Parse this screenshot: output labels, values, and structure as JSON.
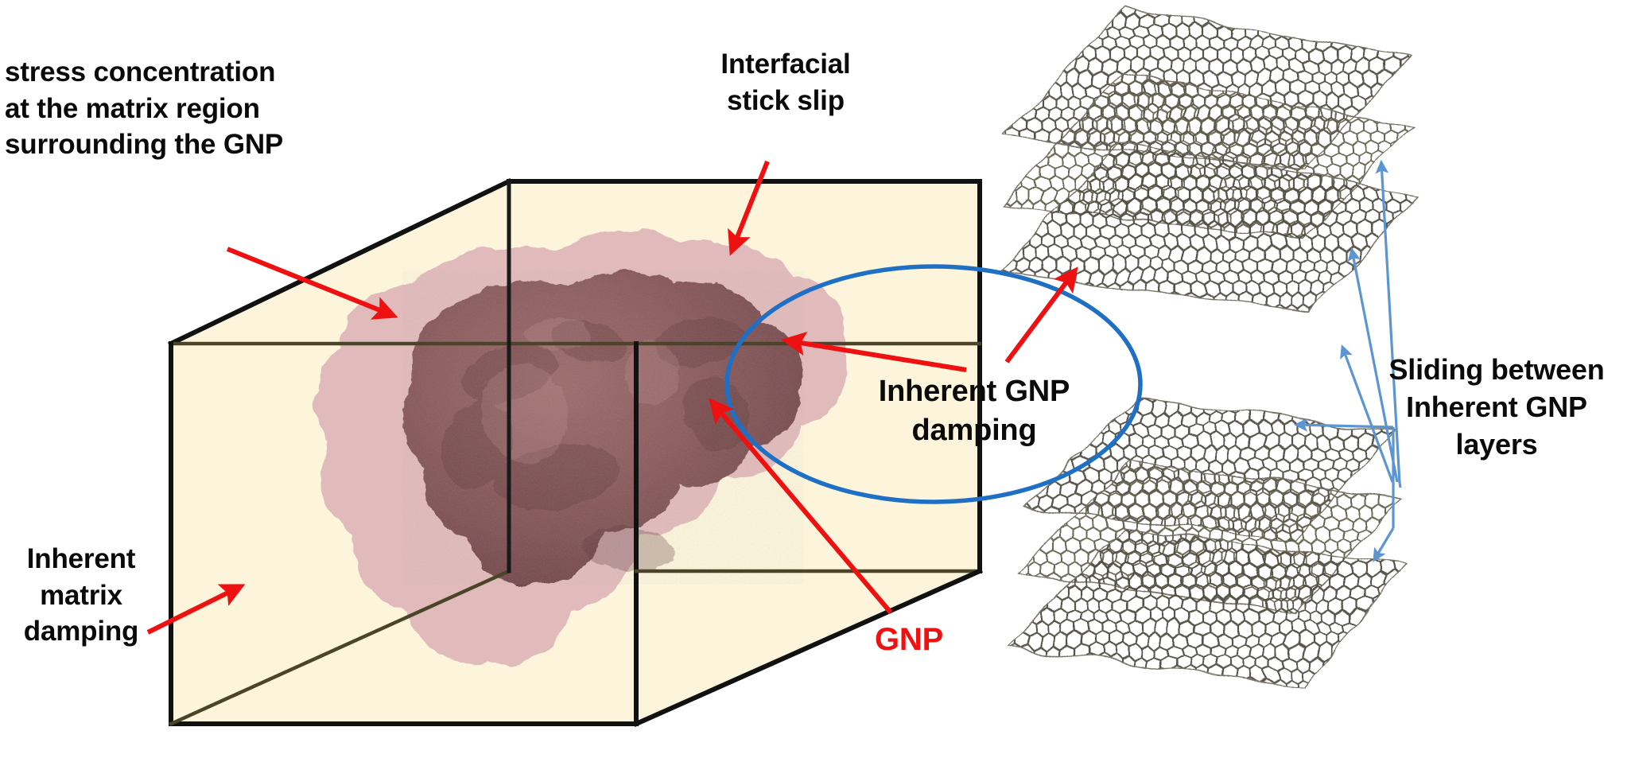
{
  "figure": {
    "title": "GNP polymer nanocomposite damping mechanisms schematic",
    "background_color": "#ffffff"
  },
  "labels": {
    "stress_concentration": "stress concentration\nat the matrix region\nsurrounding the GNP",
    "interfacial_stick_slip": "Interfacial\nstick slip",
    "inherent_matrix_damping": "Inherent\nmatrix\ndamping",
    "inherent_gnp_damping": "Inherent GNP\ndamping",
    "sliding_between_layers": "Sliding between\nInherent GNP\nlayers",
    "gnp": "GNP"
  },
  "colors": {
    "matrix_cube_fill": "#fcf5dc",
    "cube_edge": "#111111",
    "stress_halo": "#dfb5b9",
    "gnp_particle": "#8a5a5c",
    "gnp_particle_dark": "#6e4447",
    "red_arrow": "#ee1111",
    "gnp_label_red": "#ee1111",
    "blue_ellipse": "#1f6fc4",
    "blue_arrow": "#5b96d2",
    "graphene_lattice": "#6f6b5e",
    "text": "#0a0a0a"
  },
  "elements": {
    "matrix_cube": {
      "name": "polymer matrix representative volume element",
      "shape": "wireframe cube in oblique projection",
      "fill": "#fcf5dc"
    },
    "gnp_particle": {
      "name": "graphene nanoplatelet inclusion",
      "shape": "irregular blob embedded at cube centre"
    },
    "stress_halo": {
      "name": "stress concentration halo surrounding the GNP",
      "shape": "irregular pink ring around the GNP blob"
    },
    "graphene_stack_top": {
      "name": "upper multilayer graphene stack",
      "sheet_count": 3
    },
    "graphene_stack_bottom": {
      "name": "lower multilayer graphene stack",
      "sheet_count": 3
    },
    "callout_ellipse": {
      "name": "blue ellipse highlighting inherent GNP damping",
      "stroke": "#1f6fc4"
    }
  },
  "arrows": {
    "red": [
      {
        "id": "arrow-stress-concentration",
        "from_label": "stress_concentration",
        "points_to": "stress halo on top face of cube"
      },
      {
        "id": "arrow-interfacial-stick-slip",
        "from_label": "interfacial_stick_slip",
        "points_to": "GNP / matrix interface on top of cube"
      },
      {
        "id": "arrow-inherent-matrix-damping",
        "from_label": "inherent_matrix_damping",
        "points_to": "matrix interior on left face of cube"
      },
      {
        "id": "arrow-gnp-damping-to-particle",
        "from_label": "inherent_gnp_damping",
        "points_to": "GNP particle"
      },
      {
        "id": "arrow-gnp-damping-to-sheets",
        "from_label": "inherent_gnp_damping",
        "points_to": "upper graphene stack"
      },
      {
        "id": "arrow-gnp-label",
        "from_label": "gnp",
        "points_to": "GNP particle in cube"
      }
    ],
    "blue": [
      {
        "id": "arrow-sliding-top-sheet-1",
        "points_to": "edge of upper graphene sheet 1"
      },
      {
        "id": "arrow-sliding-top-sheet-2",
        "points_to": "edge of upper graphene sheet 2"
      },
      {
        "id": "arrow-sliding-top-sheet-3",
        "points_to": "edge of upper graphene sheet 3"
      },
      {
        "id": "arrow-sliding-bottom-sheet-1",
        "points_to": "edge of lower graphene sheet 1"
      },
      {
        "id": "arrow-sliding-bottom-sheet-2",
        "points_to": "edge of lower graphene sheet 2"
      }
    ]
  }
}
